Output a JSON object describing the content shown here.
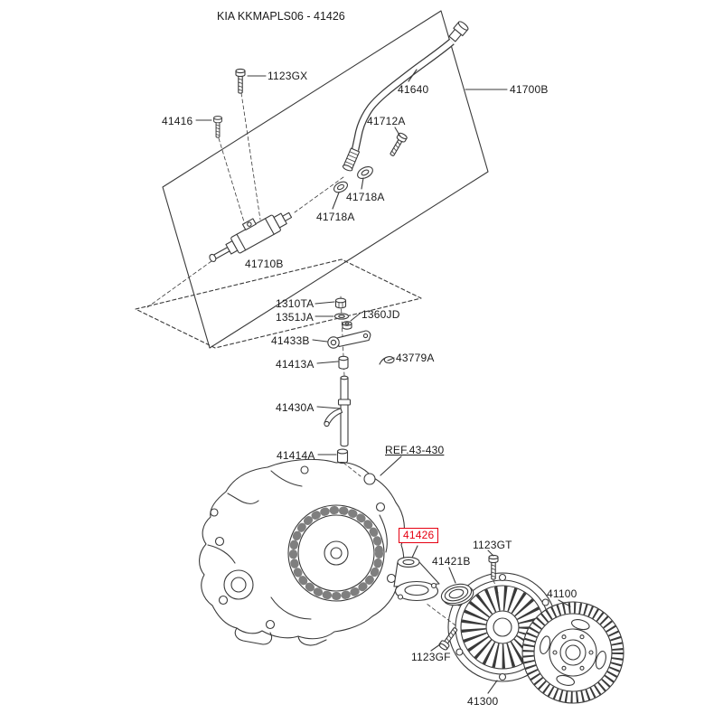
{
  "page": {
    "title": "KIA KKMAPLS06 - 41426"
  },
  "colors": {
    "line": "#3a3a3a",
    "text": "#1a1a1a",
    "highlight": "#e60012",
    "background": "#ffffff"
  },
  "highlighted_part": {
    "text": "41426"
  },
  "labels": [
    {
      "id": "1123GX",
      "text": "1123GX"
    },
    {
      "id": "41416",
      "text": "41416"
    },
    {
      "id": "41640",
      "text": "41640"
    },
    {
      "id": "41700B",
      "text": "41700B"
    },
    {
      "id": "41712A",
      "text": "41712A"
    },
    {
      "id": "41718A-1",
      "text": "41718A"
    },
    {
      "id": "41718A-2",
      "text": "41718A"
    },
    {
      "id": "41710B",
      "text": "41710B"
    },
    {
      "id": "1310TA",
      "text": "1310TA"
    },
    {
      "id": "1360JD",
      "text": "1360JD"
    },
    {
      "id": "1351JA",
      "text": "1351JA"
    },
    {
      "id": "41433B",
      "text": "41433B"
    },
    {
      "id": "41413A",
      "text": "41413A"
    },
    {
      "id": "43779A",
      "text": "43779A"
    },
    {
      "id": "41430A",
      "text": "41430A"
    },
    {
      "id": "41414A",
      "text": "41414A"
    },
    {
      "id": "REF.43-430",
      "text": "REF.43-430"
    },
    {
      "id": "1123GT",
      "text": "1123GT"
    },
    {
      "id": "41421B",
      "text": "41421B"
    },
    {
      "id": "41100",
      "text": "41100"
    },
    {
      "id": "1123GF",
      "text": "1123GF"
    },
    {
      "id": "41300",
      "text": "41300"
    }
  ]
}
